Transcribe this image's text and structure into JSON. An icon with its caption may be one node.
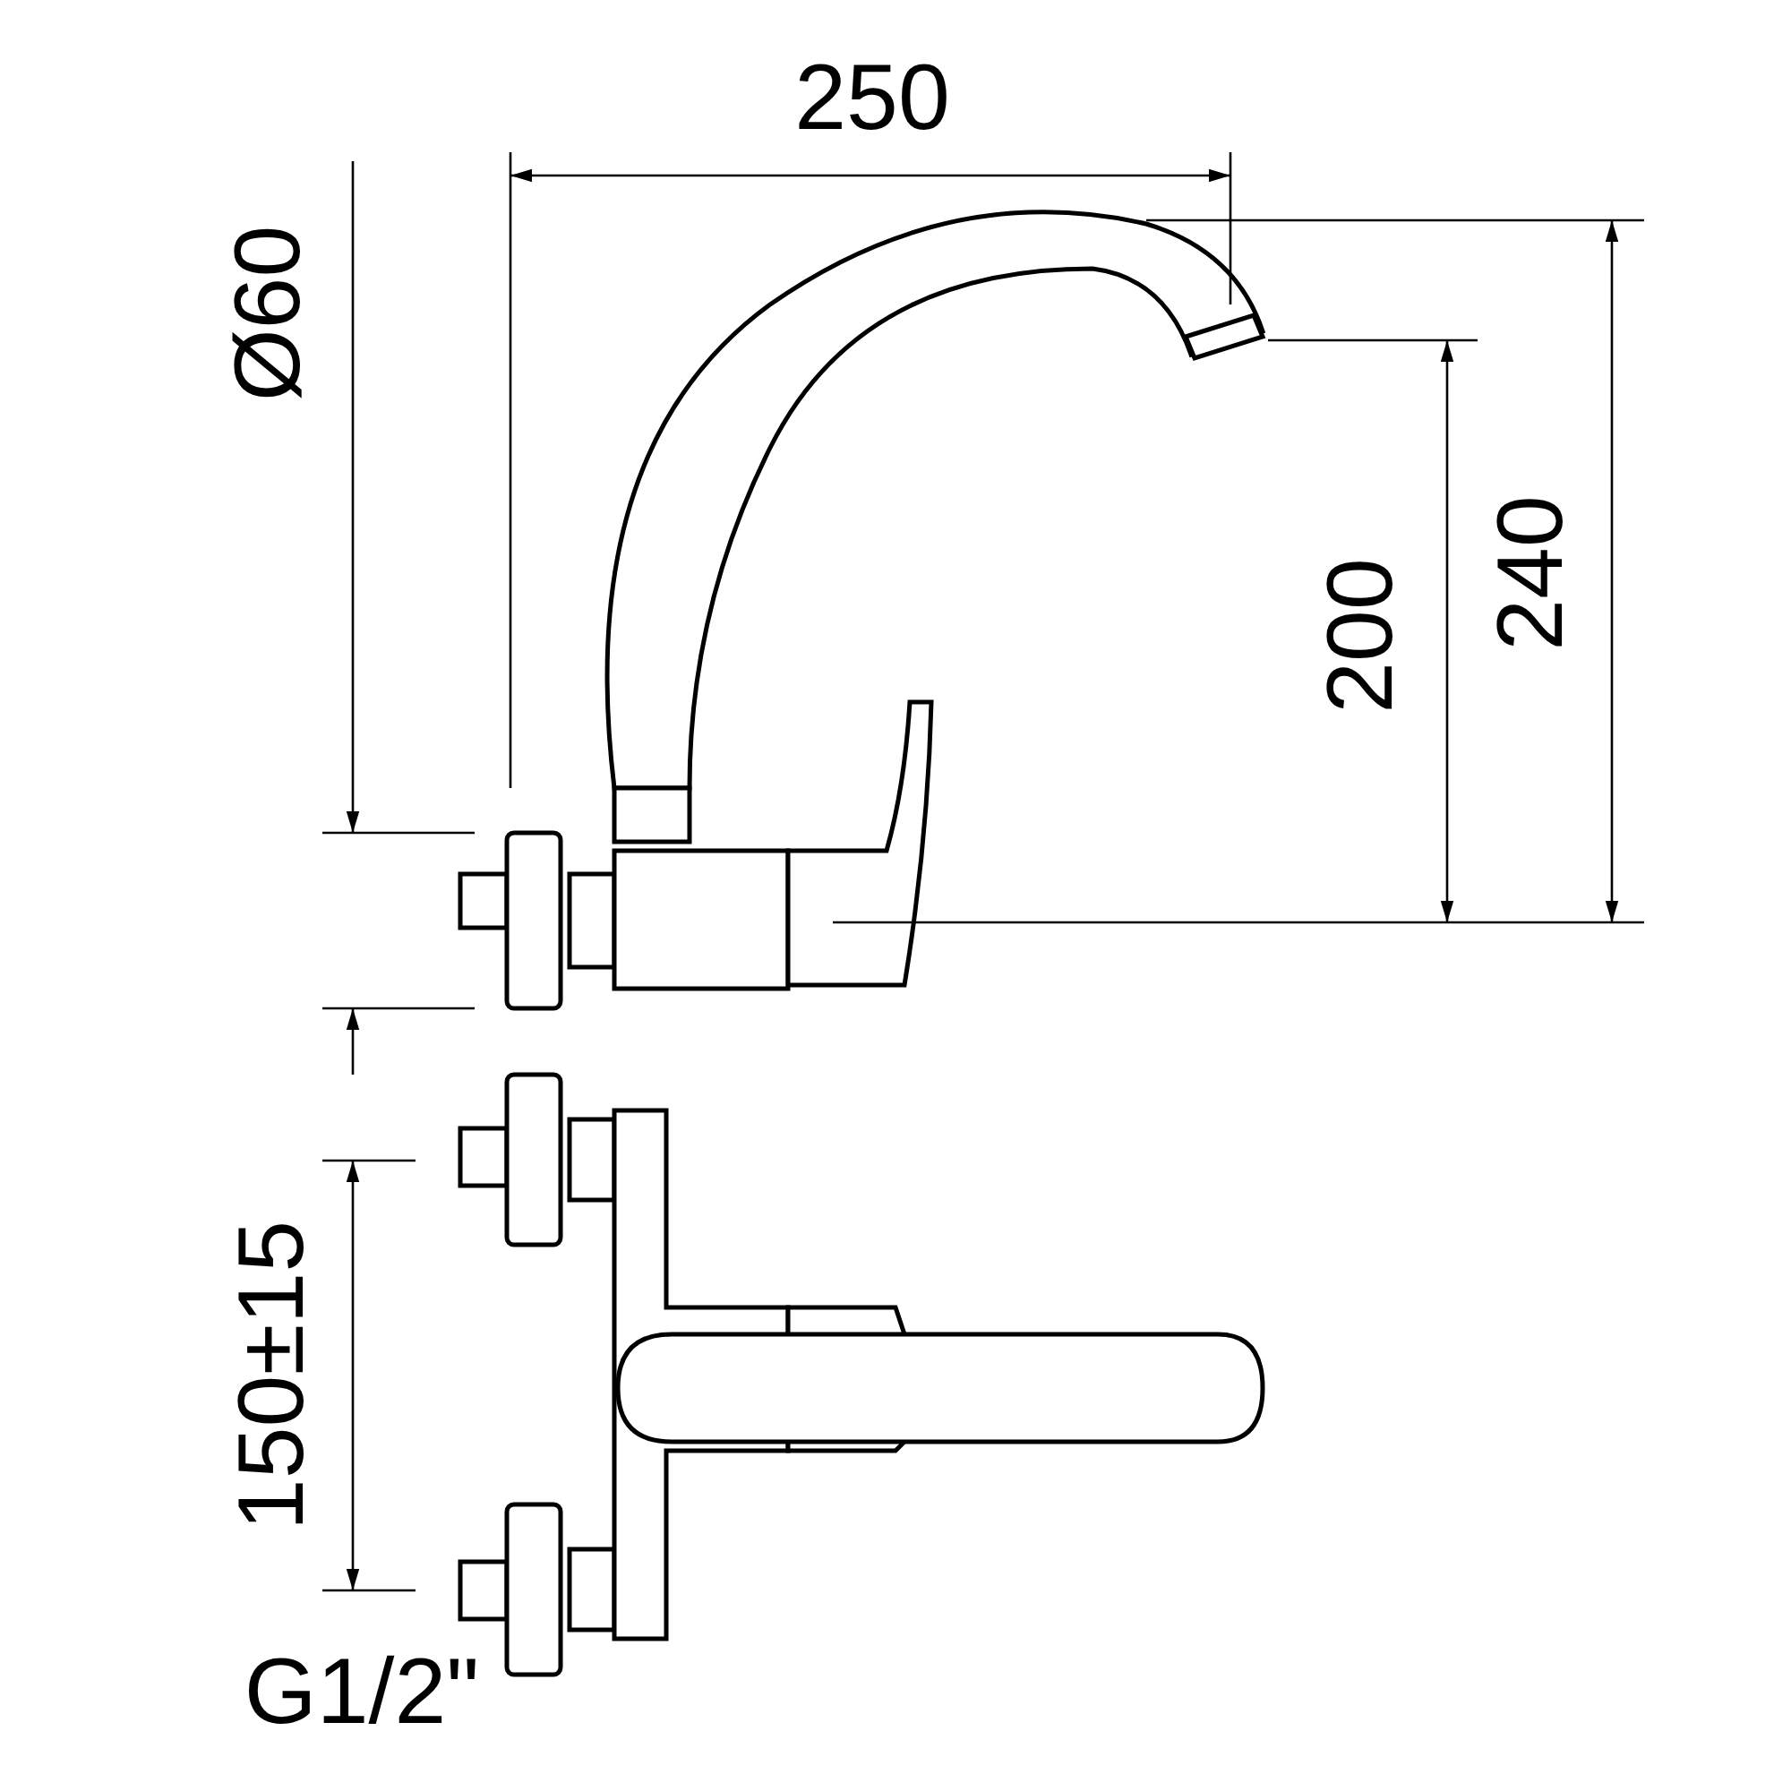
{
  "diagram": {
    "labels": [
      "250",
      "Ø60",
      "200",
      "240",
      "150±15",
      "G1/2\""
    ]
  }
}
